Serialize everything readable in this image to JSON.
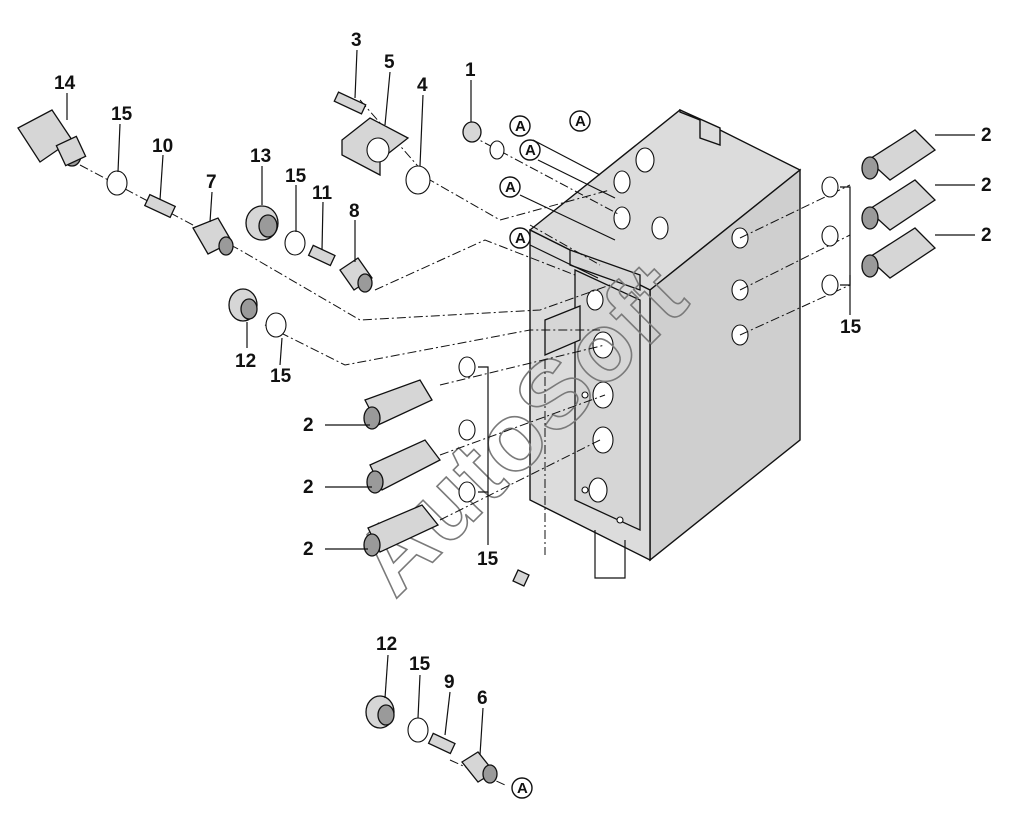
{
  "labels": {
    "l1": "1",
    "l2": "2",
    "l3": "3",
    "l4": "4",
    "l5": "5",
    "l6": "6",
    "l7": "7",
    "l8": "8",
    "l9": "9",
    "l10": "10",
    "l11": "11",
    "l12": "12",
    "l13": "13",
    "l14": "14",
    "l15": "15"
  },
  "reference_marker": "A",
  "watermark": "AutoSoft"
}
